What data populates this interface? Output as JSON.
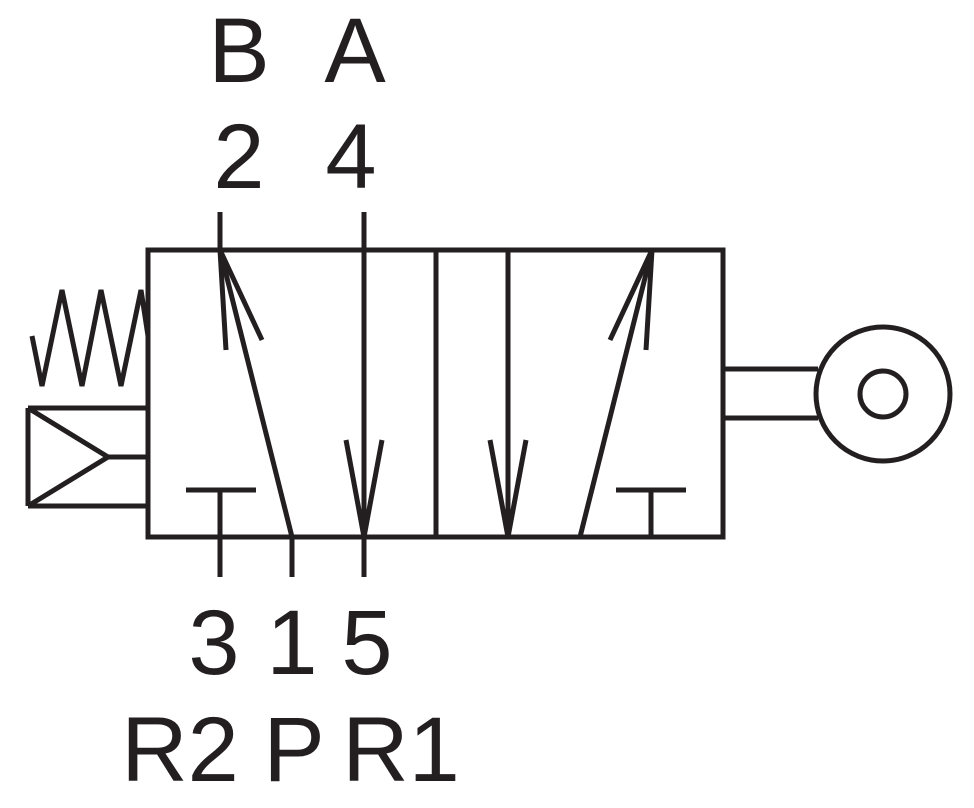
{
  "diagram": {
    "ports": {
      "top": [
        {
          "letter": "B",
          "number": "2"
        },
        {
          "letter": "A",
          "number": "4"
        }
      ],
      "bottom": [
        {
          "number": "3",
          "letter": "R2"
        },
        {
          "number": "1",
          "letter": "P"
        },
        {
          "number": "5",
          "letter": "R1"
        }
      ]
    },
    "colors": {
      "line": "#231f20",
      "background": "#ffffff"
    }
  }
}
